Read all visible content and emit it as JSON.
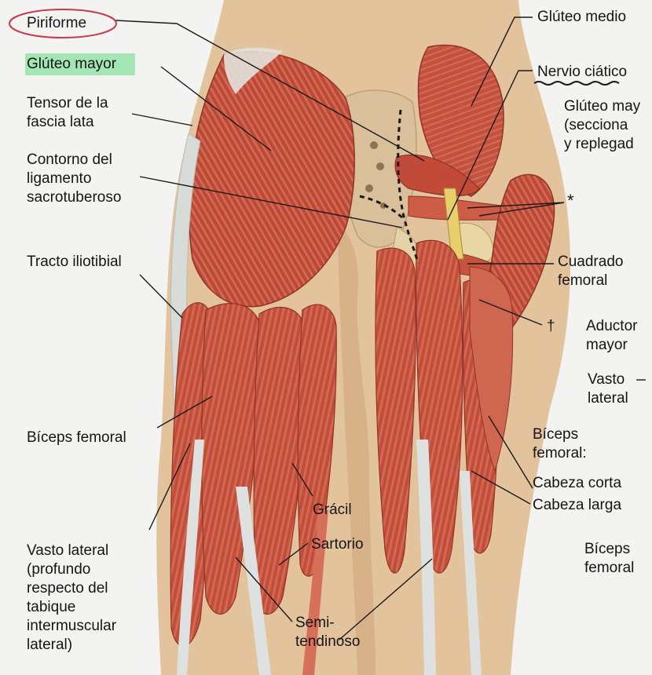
{
  "labels": {
    "piriforme": "Piriforme",
    "gluteo_mayor": "Glúteo mayor",
    "tensor": "Tensor de la\nfascia lata",
    "contorno": "Contorno del\nligamento\nsacrotuberoso",
    "tracto": "Tracto iliotibial",
    "biceps_left": "Bíceps femoral",
    "vasto_left": "Vasto lateral\n(profundo\nrespecto del\ntabique\nintermuscular\nlateral)",
    "gracil": "Grácil",
    "sartorio": "Sartorio",
    "semi": "Semi-\ntendinoso",
    "gluteo_medio": "Glúteo medio",
    "nervio": "Nervio ciático",
    "gluteo_mayor_sec": "Glúteo may\n(secciona\ny replegad",
    "asterisk": "*",
    "cuadrado": "Cuadrado\nfemoral",
    "dagger": "†",
    "aductor": "Aductor\nmayor",
    "vasto_right": "Vasto\nlateral",
    "biceps_right": "Bíceps\nfemoral:",
    "cabeza_corta": "Cabeza corta",
    "cabeza_larga": "Cabeza larga",
    "biceps_far": "Bíceps\nfemoral"
  },
  "colors": {
    "muscle": "#c4513f",
    "muscle_light": "#dc7d66",
    "tendon": "#d7dbd8",
    "skin": "#e2c29a",
    "bone": "#dcc58e",
    "nerve": "#e8d36a",
    "highlight": "#a3e6b4",
    "circle": "#c83a4e",
    "background": "#f3f3f1"
  }
}
